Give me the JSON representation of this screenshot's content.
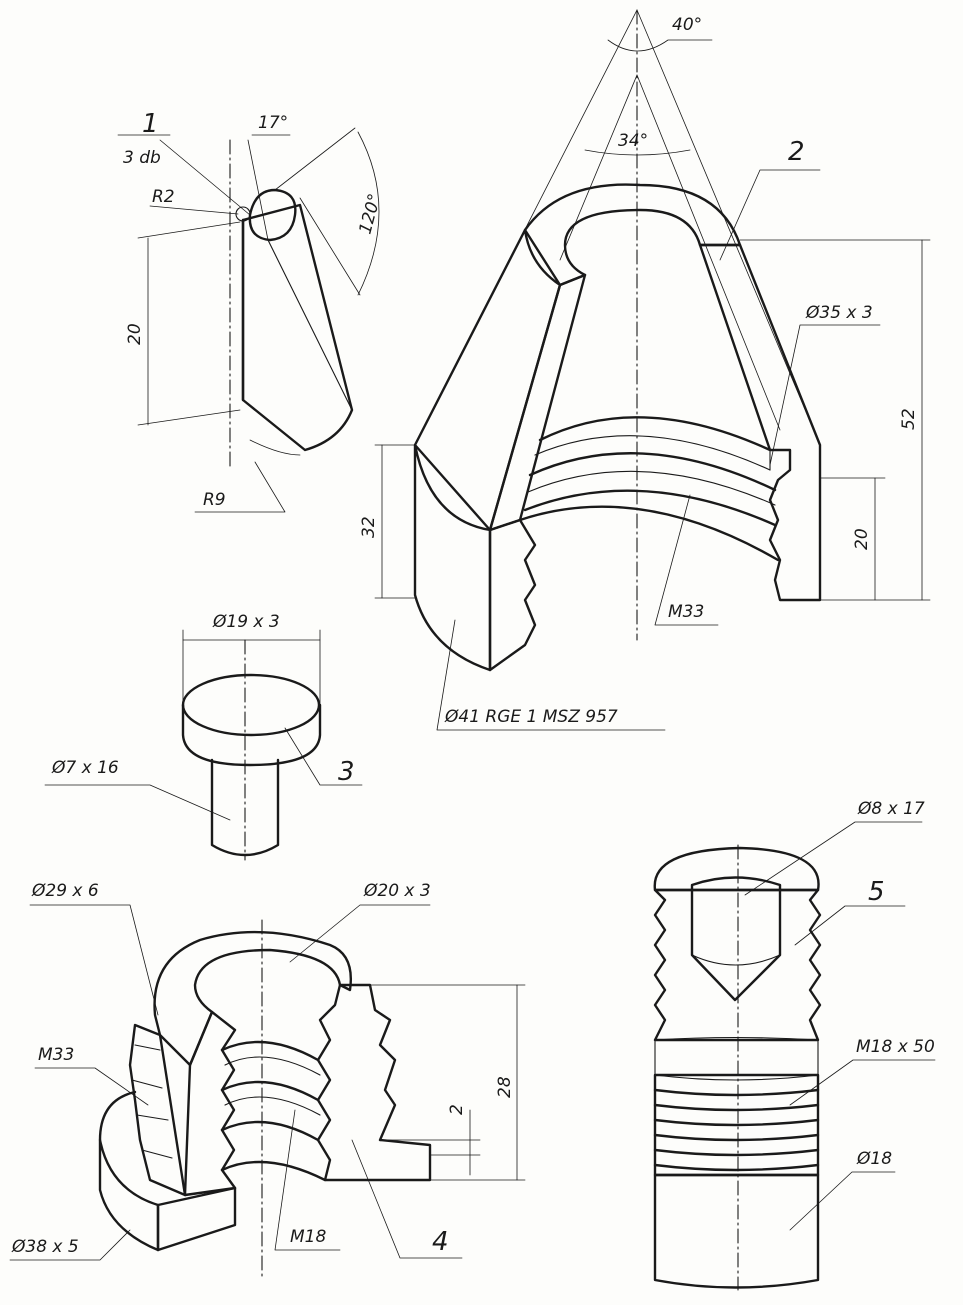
{
  "parts": {
    "p1": {
      "number": "1",
      "qty": "3 db",
      "radius_tip": "R2",
      "radius_base": "R9",
      "height": "20",
      "angle_top": "17°",
      "angle_arc": "120°"
    },
    "p2": {
      "number": "2",
      "angle_outer": "40°",
      "angle_inner": "34°",
      "groove": "Ø35 x 3",
      "height_total": "52",
      "height_thread": "20",
      "height_knurl": "32",
      "thread": "M33",
      "knurl": "Ø41 RGE 1 MSZ 957"
    },
    "p3": {
      "number": "3",
      "head": "Ø19 x 3",
      "pin": "Ø7 x 16"
    },
    "p4": {
      "number": "4",
      "flange": "Ø29 x 6",
      "bore": "Ø20 x 3",
      "thread_out": "M33",
      "thread_in": "M18",
      "base": "Ø38 x 5",
      "height": "28",
      "gap": "2"
    },
    "p5": {
      "number": "5",
      "hole": "Ø8 x 17",
      "thread": "M18 x 50",
      "shank": "Ø18"
    }
  }
}
